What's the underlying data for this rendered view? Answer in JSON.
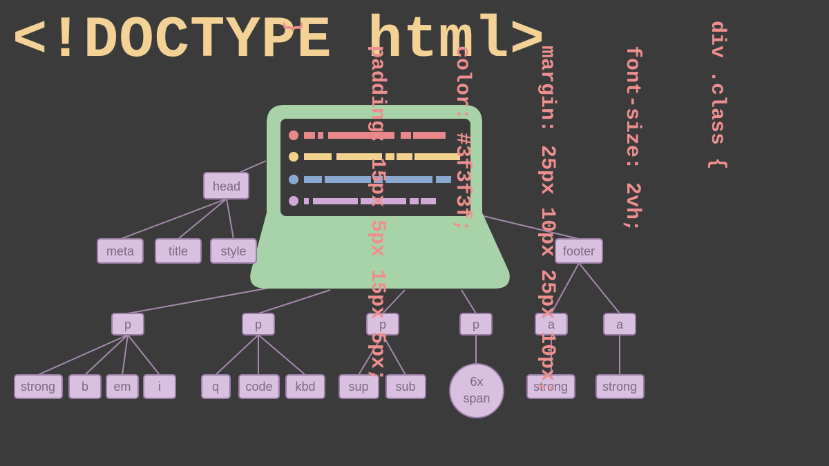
{
  "headline": "<!DOCTYPE html>",
  "css_code": {
    "lines": [
      "div .class {",
      "  font-size: 2vh;",
      "  margin: 25px 10px 25px 10px;",
      "  color: #3f3f3f;",
      "  padding: 15px 5px 15px 5px;",
      "}"
    ]
  },
  "laptop": {
    "lines": [
      {
        "color": "#e9888a"
      },
      {
        "color": "#f3d18f"
      },
      {
        "color": "#8aa9d0"
      },
      {
        "color": "#d0a9d8"
      }
    ]
  },
  "tree": {
    "nodes": {
      "head": "head",
      "meta": "meta",
      "title": "title",
      "style": "style",
      "footer": "footer",
      "p1": "p",
      "p2": "p",
      "p3": "p",
      "p4": "p",
      "a1": "a",
      "a2": "a",
      "strong1": "strong",
      "b": "b",
      "em": "em",
      "i": "i",
      "q": "q",
      "code": "code",
      "kbd": "kbd",
      "sup": "sup",
      "sub": "sub",
      "span_count": "6x",
      "span_label": "span",
      "strong2": "strong",
      "strong3": "strong"
    }
  },
  "colors": {
    "background": "#3b3b3b",
    "headline": "#f4d194",
    "code": "#ee8f8f",
    "laptop": "#a8d3a8",
    "node": "#d9bfe0"
  }
}
